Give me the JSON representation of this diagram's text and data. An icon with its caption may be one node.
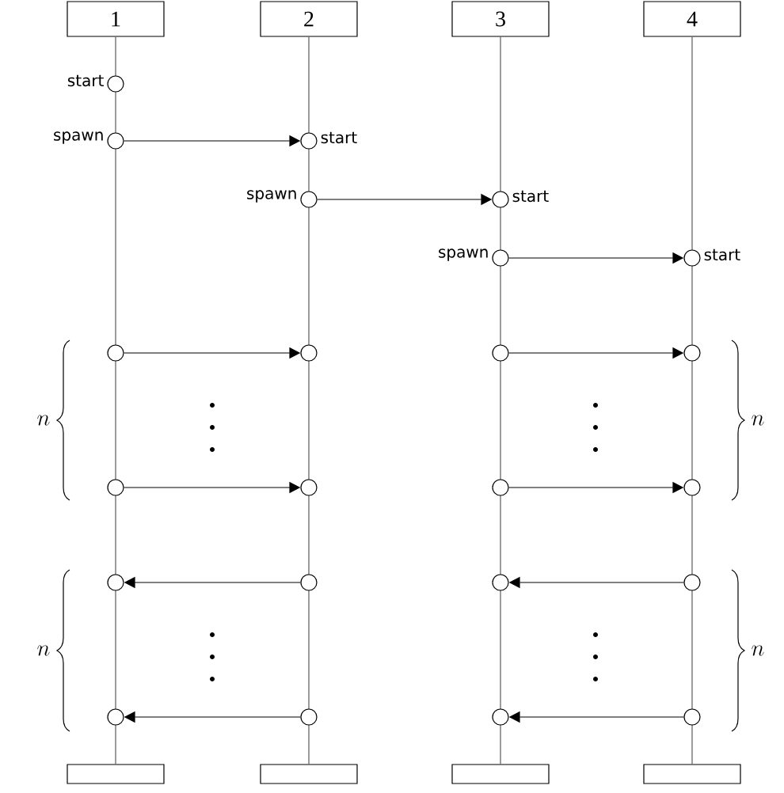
{
  "diagram": {
    "nodes": [
      {
        "text": [
          "1"
        ]
      },
      {
        "text": [
          "2"
        ]
      },
      {
        "text": [
          "3"
        ]
      },
      {
        "text": [
          "4"
        ]
      },
      {
        "text": [],
        "shape": "circle",
        "beside": [
          "start"
        ]
      },
      {
        "text": [],
        "shape": "circle",
        "beside": [
          "spawn"
        ]
      },
      {
        "text": [],
        "shape": "circle",
        "beside": [
          "start"
        ]
      },
      {
        "text": [],
        "shape": "circle",
        "beside": [
          "spawn"
        ]
      },
      {
        "text": [],
        "shape": "circle",
        "beside": [
          "start"
        ]
      },
      {
        "text": [],
        "shape": "circle",
        "beside": [
          "spawn"
        ]
      },
      {
        "text": [],
        "shape": "circle",
        "beside": [
          "start"
        ]
      },
      {
        "text": [],
        "shape": "circle"
      },
      {
        "text": [],
        "shape": "circle"
      },
      {
        "text": [],
        "shape": "circle"
      },
      {
        "text": [],
        "shape": "circle"
      },
      {
        "text": [],
        "shape": "circle"
      },
      {
        "text": [],
        "shape": "circle"
      },
      {
        "text": [],
        "shape": "circle"
      },
      {
        "text": [],
        "shape": "circle"
      },
      {
        "text": [],
        "shape": "circle"
      },
      {
        "text": [],
        "shape": "circle"
      },
      {
        "text": [],
        "shape": "circle"
      },
      {
        "text": [],
        "shape": "circle"
      },
      {
        "text": [],
        "shape": "circle"
      },
      {
        "text": [],
        "shape": "circle"
      },
      {
        "text": [],
        "shape": "circle"
      },
      {
        "text": [],
        "shape": "circle"
      },
      {
        "text": [],
        "shape": "box"
      },
      {
        "text": [],
        "shape": "box"
      },
      {
        "text": [],
        "shape": "box"
      },
      {
        "text": [],
        "shape": "box"
      }
    ],
    "edges": [
      {
        "from": 0,
        "to": 27,
        "arrow": "none"
      },
      {
        "from": 1,
        "to": 28,
        "arrow": "none"
      },
      {
        "from": 2,
        "to": 29,
        "arrow": "none"
      },
      {
        "from": 3,
        "to": 30,
        "arrow": "none"
      },
      {
        "from": 5,
        "to": 6,
        "arrow": "to"
      },
      {
        "from": 7,
        "to": 8,
        "arrow": "to"
      },
      {
        "from": 9,
        "to": 10,
        "arrow": "to"
      },
      {
        "from": 11,
        "to": 12,
        "arrow": "to"
      },
      {
        "from": 13,
        "to": 14,
        "arrow": "to"
      },
      {
        "from": 15,
        "to": 16,
        "arrow": "to"
      },
      {
        "from": 17,
        "to": 18,
        "arrow": "to"
      },
      {
        "from": 20,
        "to": 19,
        "arrow": "to"
      },
      {
        "from": 22,
        "to": 21,
        "arrow": "to"
      },
      {
        "from": 24,
        "to": 23,
        "arrow": "to"
      },
      {
        "from": 26,
        "to": 25,
        "arrow": "to"
      }
    ],
    "labels": [
      "n",
      "n",
      "n",
      "n"
    ]
  }
}
